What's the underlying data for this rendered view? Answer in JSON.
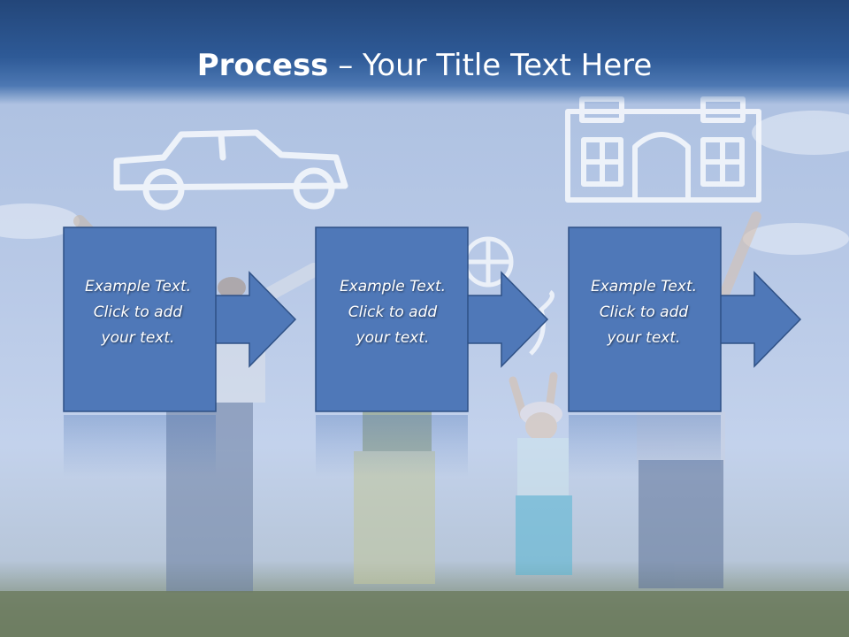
{
  "slide": {
    "title_bold": "Process",
    "title_rest": " – Your Title Text Here"
  },
  "steps": [
    {
      "lines": [
        "Example Text.",
        "Click  to add",
        "your text."
      ]
    },
    {
      "lines": [
        "Example Text.",
        "Click  to add",
        "your text."
      ]
    },
    {
      "lines": [
        "Example Text.",
        "Click  to add",
        "your text."
      ]
    }
  ],
  "colors": {
    "header": "#2e5a97",
    "box_fill": "#4f78b8",
    "box_stroke": "#2f5186",
    "title_text": "#ffffff"
  }
}
